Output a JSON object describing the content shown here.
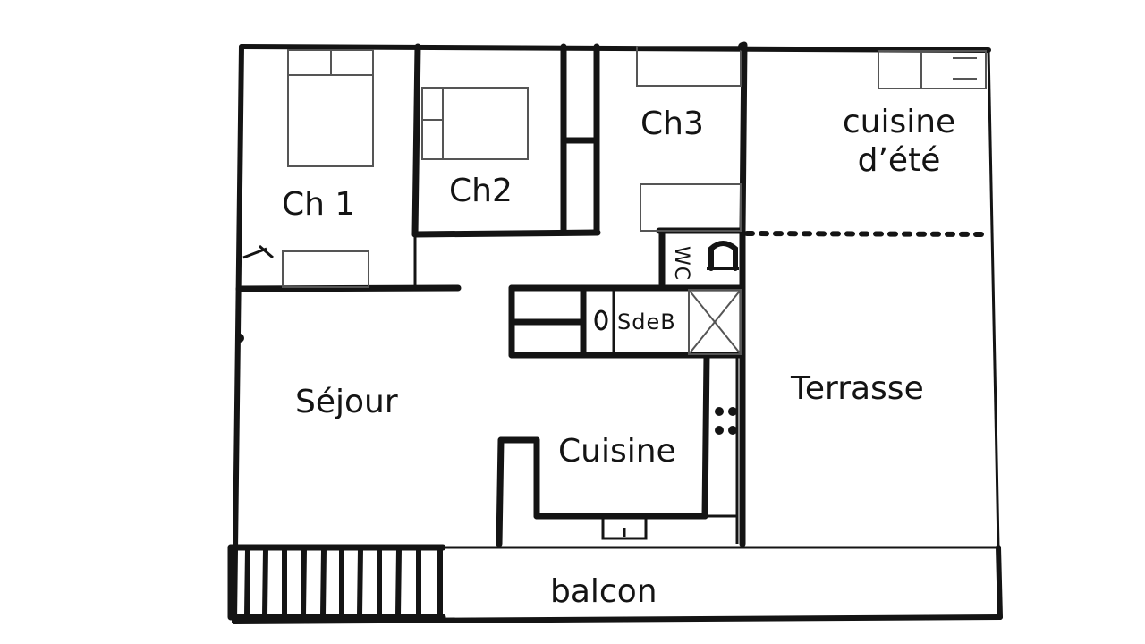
{
  "plan": {
    "rooms": {
      "ch1": "Ch 1",
      "ch2": "Ch2",
      "ch3": "Ch3",
      "cuisine_ete": "cuisine\nd’été",
      "cuisine_ete_line1": "cuisine",
      "cuisine_ete_line2": "d’été",
      "sejour": "Séjour",
      "cuisine": "Cuisine",
      "terrasse": "Terrasse",
      "balcon": "balcon",
      "sdeb": "SdeB",
      "wc": "WC"
    },
    "colors": {
      "wall": "#141414",
      "furniture": "#555555",
      "background": "#ffffff"
    }
  }
}
